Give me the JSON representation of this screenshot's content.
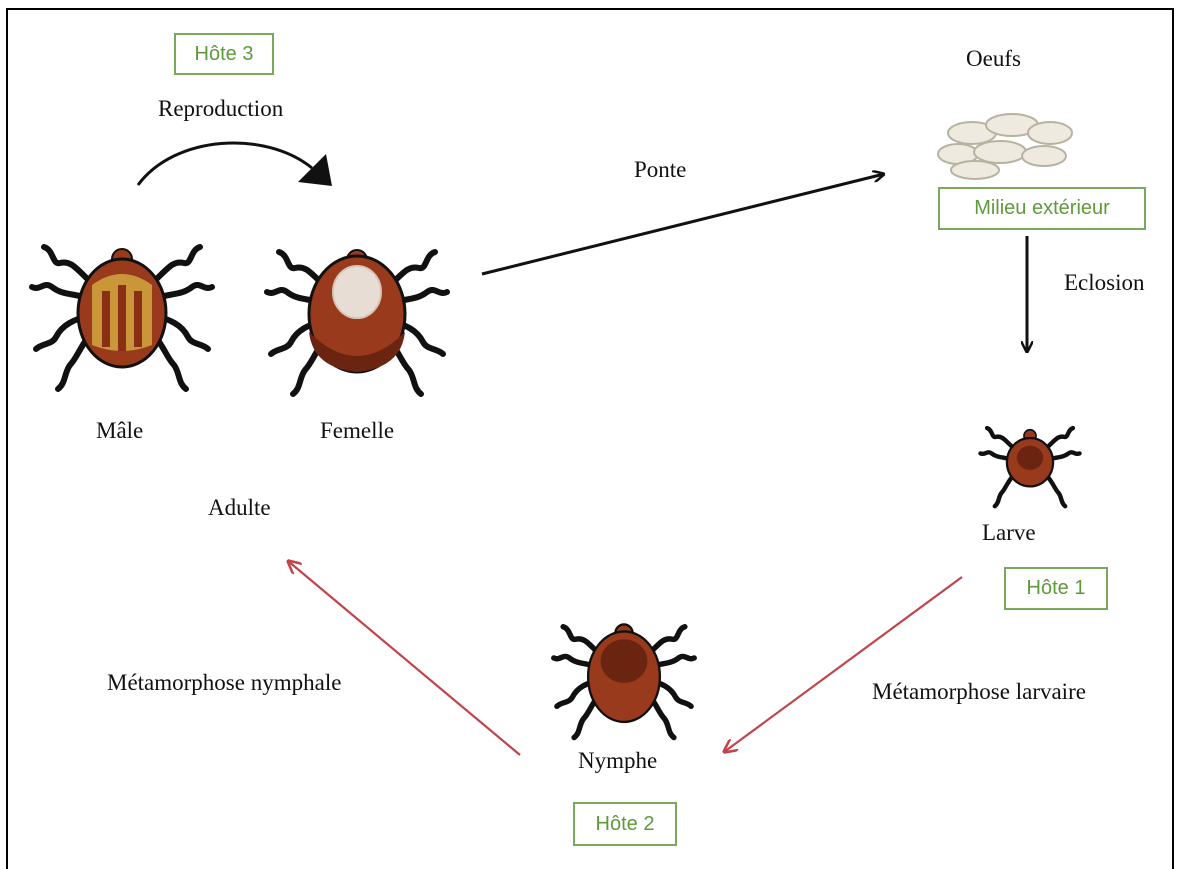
{
  "hosts": {
    "host1": "Hôte 1",
    "host2": "Hôte 2",
    "host3": "Hôte 3",
    "environment": "Milieu extérieur"
  },
  "stages": {
    "eggs": "Oeufs",
    "larva": "Larve",
    "nymph": "Nymphe",
    "adult": "Adulte",
    "male": "Mâle",
    "female": "Femelle"
  },
  "processes": {
    "reproduction": "Reproduction",
    "laying": "Ponte",
    "hatching": "Eclosion",
    "larval_metamorphosis": "Métamorphose larvaire",
    "nymphal_metamorphosis": "Métamorphose nymphale"
  },
  "colors": {
    "arrow_black": "#111111",
    "arrow_red": "#c0444a",
    "host_border": "#79a85a",
    "host_text": "#5f9a3a",
    "tick_body": "#9a3a1c",
    "tick_dark": "#6b2410",
    "tick_scutum_male": "#c9963a",
    "egg_fill": "#eeeae0"
  }
}
